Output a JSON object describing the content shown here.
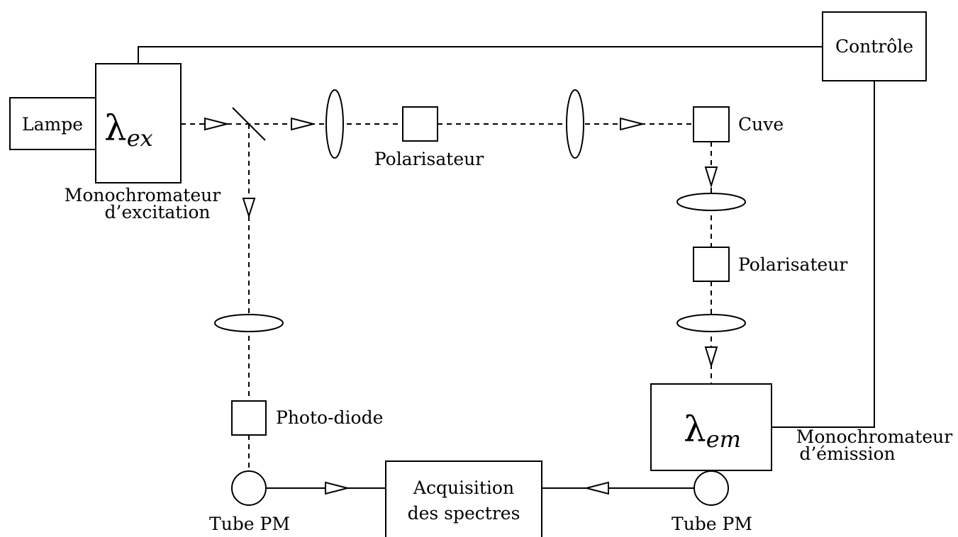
{
  "components": {
    "lamp": "Lampe",
    "excitation_symbol": "λ",
    "excitation_sub": "ex",
    "excitation_label_line1": "Monochromateur",
    "excitation_label_line2": "d’excitation",
    "control": "Contrôle",
    "polarizer_top": "Polarisateur",
    "cuvette": "Cuve",
    "polarizer_right": "Polarisateur",
    "photodiode": "Photo-diode",
    "pm_tube_left": "Tube PM",
    "acquisition_line1": "Acquisition",
    "acquisition_line2": "des spectres",
    "emission_symbol": "λ",
    "emission_sub": "em",
    "emission_label_line1": "Monochromateur",
    "emission_label_line2": "d’émission",
    "pm_tube_right": "Tube PM"
  },
  "colors": {
    "line": "#000000",
    "background": "#ffffff"
  }
}
